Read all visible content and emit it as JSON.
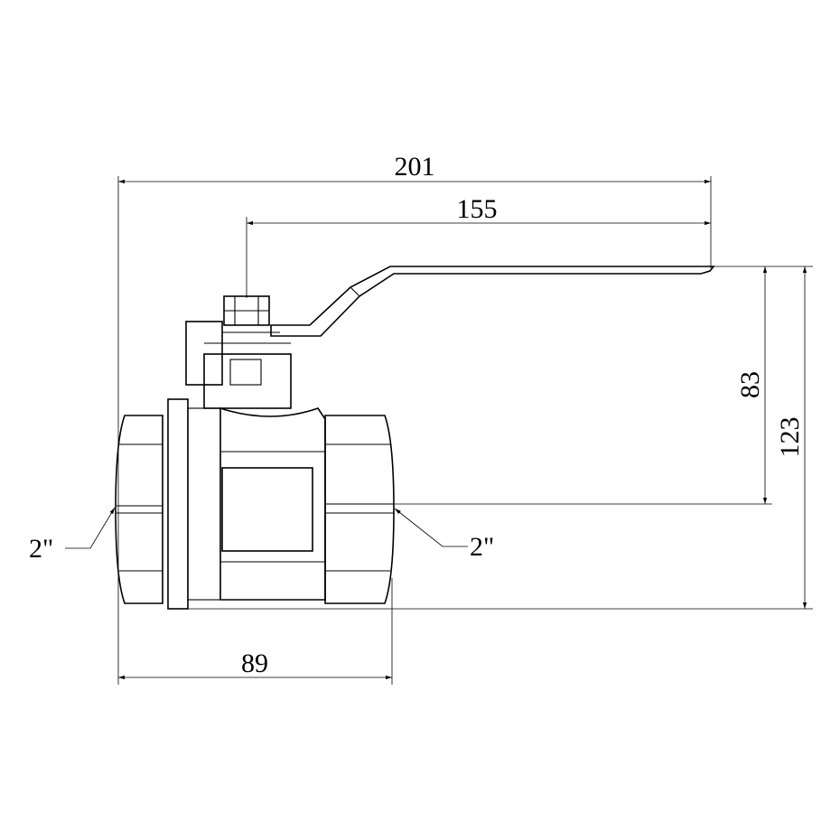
{
  "dimensions": {
    "overall_length": "201",
    "handle_length": "155",
    "handle_height_from_axis": "83",
    "total_height": "123",
    "body_length": "89",
    "thread_left": "2\"",
    "thread_right": "2\""
  }
}
